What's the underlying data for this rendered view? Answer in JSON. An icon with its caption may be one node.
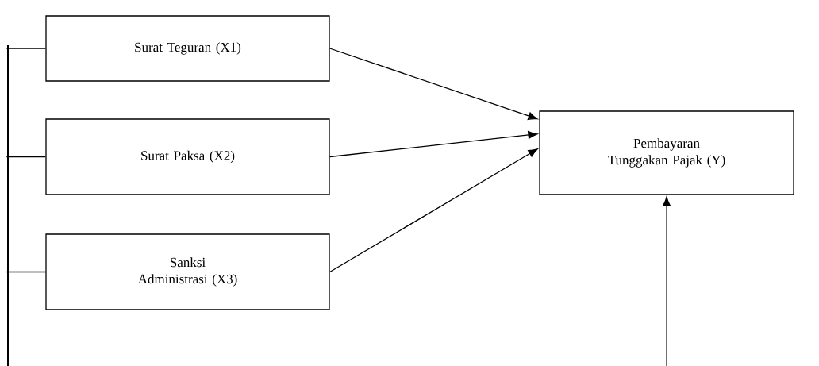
{
  "diagram": {
    "nodes": [
      {
        "text": [
          "Surat Teguran (X1)"
        ]
      },
      {
        "text": [
          "Surat Paksa (X2)"
        ]
      },
      {
        "text": [
          "Sanksi Administrasi (X3)"
        ]
      },
      {
        "text": [
          "Pembayaran Tunggakan Pajak (Y)"
        ]
      },
      {
        "text": [],
        "shape": "bar"
      }
    ],
    "edges": [
      {
        "from": 0,
        "to": 3,
        "arrow": "to"
      },
      {
        "from": 1,
        "to": 3,
        "arrow": "to"
      },
      {
        "from": 2,
        "to": 3,
        "arrow": "to"
      },
      {
        "from": null,
        "to": 3,
        "arrow": "to"
      },
      {
        "from": 0,
        "to": 4,
        "arrow": "none"
      },
      {
        "from": 1,
        "to": 4,
        "arrow": "none"
      },
      {
        "from": 2,
        "to": 4,
        "arrow": "none"
      }
    ]
  }
}
